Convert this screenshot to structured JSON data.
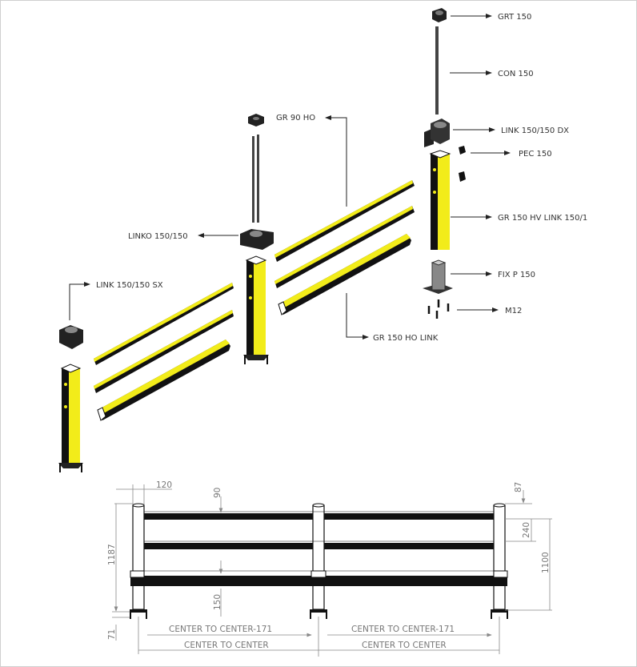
{
  "labels": {
    "grt": "GRT 150",
    "con": "CON 150",
    "link_dx": "LINK 150/150 DX",
    "pec": "PEC 150",
    "gr_hv": "GR 150 HV LINK 150/1",
    "fix": "FIX P 150",
    "m12": "M12",
    "gr90": "GR 90 HO",
    "linko": "LINKO 150/150",
    "link_sx": "LINK 150/150 SX",
    "gr150ho": "GR 150 HO LINK"
  },
  "dimensions": {
    "w120": "120",
    "h90": "90",
    "h87": "87",
    "h240": "240",
    "h1187": "1187",
    "h1100": "1100",
    "h150": "150",
    "h71": "71",
    "c2c_171_left": "CENTER TO CENTER-171",
    "c2c_171_right": "CENTER TO CENTER-171",
    "c2c_left": "CENTER TO CENTER",
    "c2c_right": "CENTER TO CENTER"
  },
  "colors": {
    "yellow": "#f2ec1a",
    "black": "#111111"
  }
}
